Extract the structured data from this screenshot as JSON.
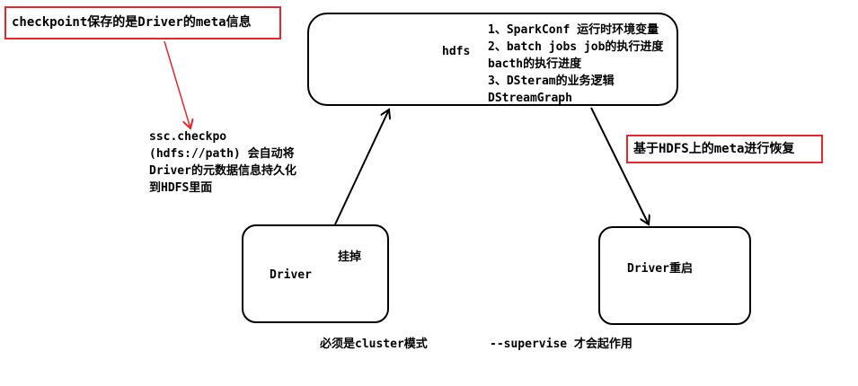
{
  "labels": {
    "checkpoint_note": "checkpoint保存的是Driver的meta信息",
    "restore_note": "基于HDFS上的meta进行恢复",
    "hdfs": "hdfs",
    "hdfs_items": [
      "1、SparkConf 运行时环境变量",
      "2、batch jobs  job的执行进度",
      "bacth的执行进度",
      "3、DSteram的业务逻辑",
      "DStreamGraph"
    ],
    "ssc_lines": [
      "ssc.checkpo",
      "(hdfs://path) 会自动将",
      "Driver的元数据信息持久化",
      "到HDFS里面"
    ],
    "driver": "Driver",
    "crash": "挂掉",
    "driver_restart": "Driver重启",
    "cluster_mode": "必须是cluster模式",
    "supervise": "--supervise 才会起作用"
  },
  "colors": {
    "red_box": "#e8262b",
    "red_arrow": "#e8262b",
    "black": "#000000"
  }
}
